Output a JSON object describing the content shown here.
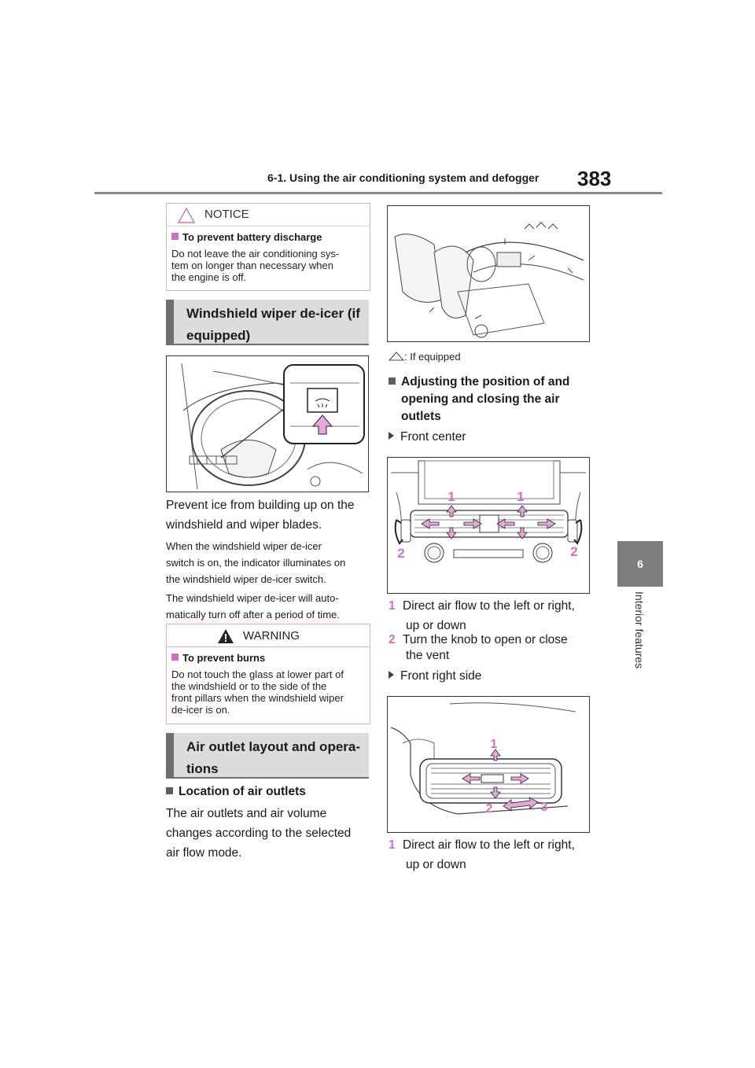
{
  "header": {
    "section_title": "6-1. Using the air conditioning system and defogger",
    "page_number": "383"
  },
  "side_tab": {
    "number": "6",
    "label": "Interior features"
  },
  "notice": {
    "title": "NOTICE",
    "subhead": "To prevent battery discharge",
    "text": "Do not leave the air conditioning sys-\ntem on longer than necessary when\nthe engine is off."
  },
  "section_deicer": {
    "heading_line1": "Windshield wiper de-icer (if",
    "heading_line2": "equipped)",
    "body1_line1": "Prevent ice from building up on the",
    "body1_line2": "windshield and wiper blades.",
    "body2": "When the windshield wiper de-icer\nswitch is on, the indicator illuminates on\nthe windshield wiper de-icer switch.",
    "body3": "The windshield wiper de-icer will auto-\nmatically turn off after a period of time."
  },
  "warning": {
    "title": "WARNING",
    "subhead": "To prevent burns",
    "text": "Do not touch the glass at lower part of\nthe windshield or to the side of the\nfront pillars when the windshield wiper\nde-icer is on."
  },
  "section_outlet": {
    "heading_line1": "Air outlet layout and opera-",
    "heading_line2": "tions",
    "subhead": "Location of air outlets",
    "body_line1": "The air outlets and air volume",
    "body_line2": "changes according to the selected",
    "body_line3": "air flow mode."
  },
  "right_col": {
    "if_equipped": ": If equipped",
    "adjust_line1": "Adjusting the position of and",
    "adjust_line2": "opening and closing the air",
    "adjust_line3": "outlets",
    "front_center": "Front center",
    "item1_num": "1",
    "item1_line1": "Direct air flow to the left or right,",
    "item1_line2": "up or down",
    "item2_num": "2",
    "item2_line1": "Turn the knob to open or close",
    "item2_line2": "the vent",
    "front_right": "Front right side",
    "item3_num": "1",
    "item3_line1": "Direct air flow to the left or right,",
    "item3_line2": "up or down"
  },
  "figures": {
    "center_vent_labels": [
      "1",
      "1",
      "2",
      "2"
    ],
    "right_vent_labels": [
      "1",
      "2",
      "3"
    ]
  },
  "colors": {
    "accent_pink": "#d36fc0",
    "heading_bar": "#6f6f6f",
    "heading_bg": "#dcdcdc",
    "warning_border": "#e7a6d8"
  }
}
